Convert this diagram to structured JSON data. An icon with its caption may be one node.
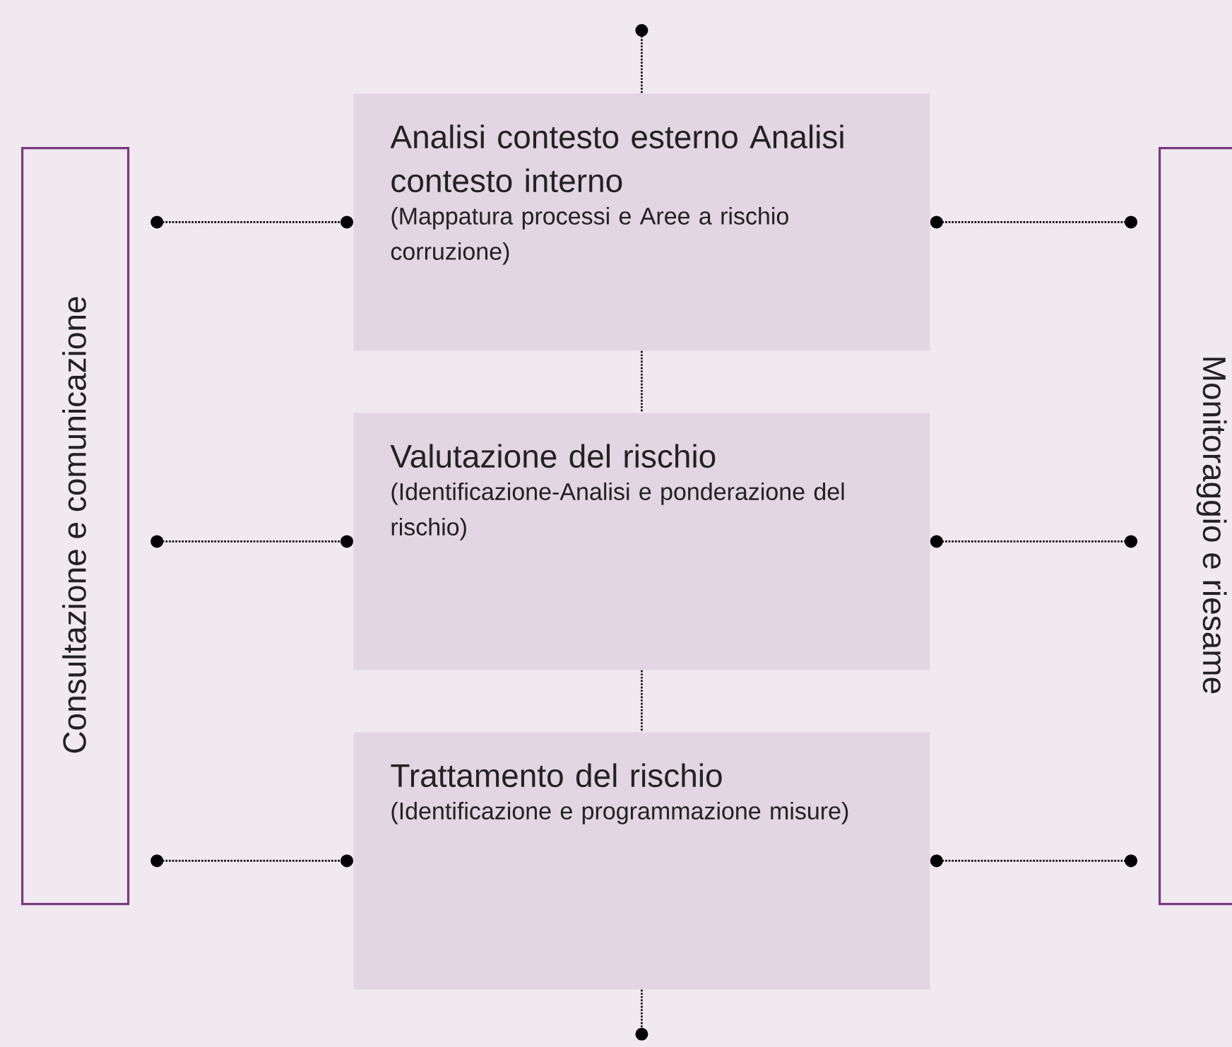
{
  "diagram": {
    "nodes": [
      {
        "text": [
          "Consultazione e comunicazione"
        ]
      },
      {
        "text": [
          "Analisi contesto esterno Analisi contesto interno",
          "(Mappatura processi e Aree a rischio corruzione)"
        ]
      },
      {
        "text": [
          "Valutazione del rischio",
          "(Identificazione-Analisi e ponderazione del rischio)"
        ]
      },
      {
        "text": [
          "Trattamento del rischio",
          "(Identificazione e programmazione misure)"
        ]
      },
      {
        "text": [
          "Monitoraggio e riesame"
        ]
      }
    ],
    "edges": [
      {
        "from": 0,
        "to": 1,
        "arrow": "other"
      },
      {
        "from": 0,
        "to": 2,
        "arrow": "other"
      },
      {
        "from": 0,
        "to": 3,
        "arrow": "other"
      },
      {
        "from": 1,
        "to": 4,
        "arrow": "other"
      },
      {
        "from": 2,
        "to": 4,
        "arrow": "other"
      },
      {
        "from": 3,
        "to": 4,
        "arrow": "other"
      },
      {
        "from": 1,
        "to": 2,
        "arrow": "none"
      },
      {
        "from": 2,
        "to": 3,
        "arrow": "none"
      },
      {
        "from": null,
        "to": 1,
        "arrow": "other"
      },
      {
        "from": 3,
        "to": null,
        "arrow": "other"
      }
    ]
  }
}
